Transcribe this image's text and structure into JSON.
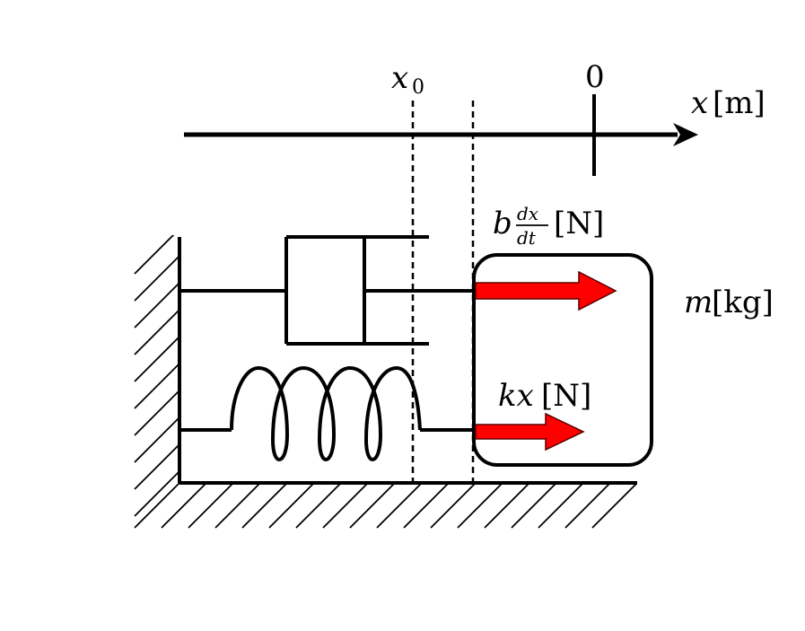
{
  "axis": {
    "label_var": "x",
    "label_unit": "[m]",
    "x0_var": "x",
    "x0_sub": "0",
    "origin_label": "0"
  },
  "damper_force": {
    "coef": "b",
    "frac_num": "dx",
    "frac_den": "dt",
    "unit": "[N]"
  },
  "spring_force": {
    "expr": "kx",
    "unit": "[N]"
  },
  "mass": {
    "var": "m",
    "unit": "[kg]"
  },
  "colors": {
    "force_arrow": "#ff0000",
    "ink": "#000000"
  }
}
